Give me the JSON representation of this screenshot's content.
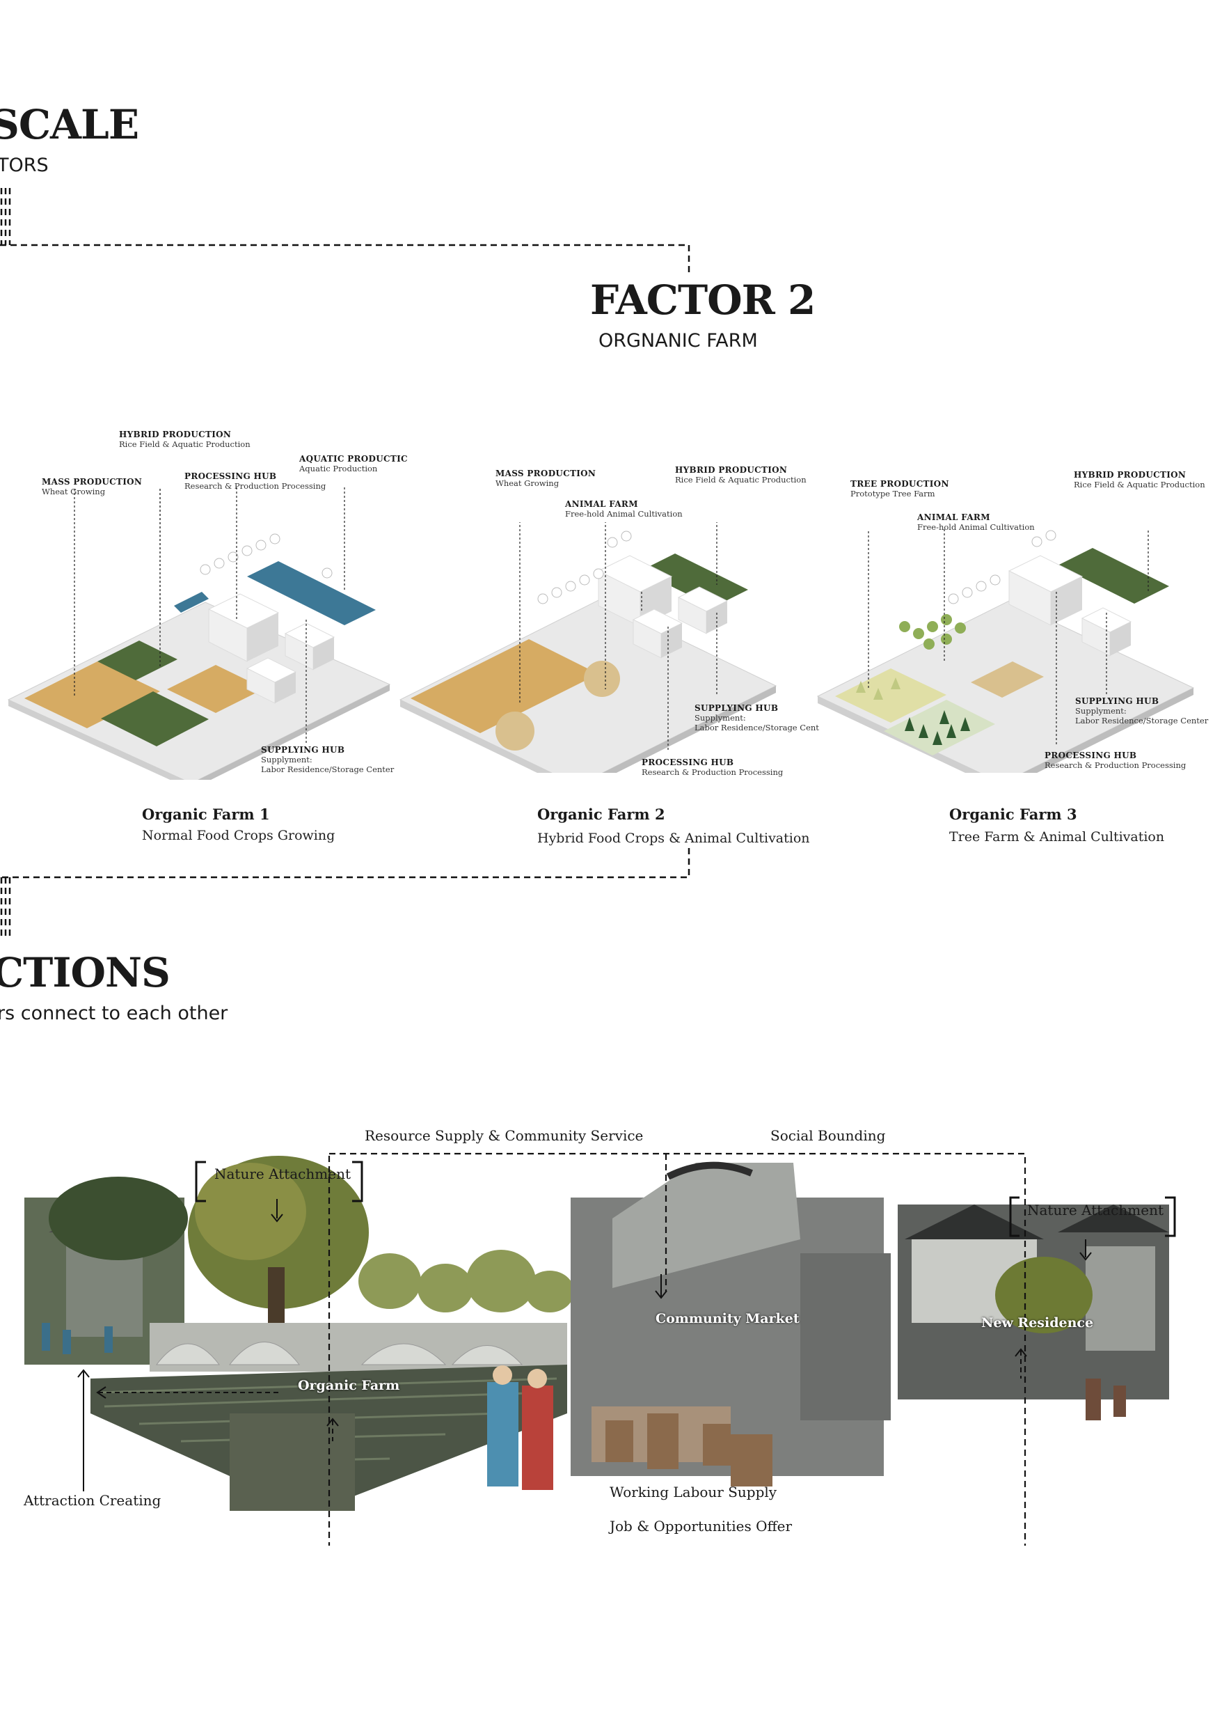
{
  "headers": {
    "top_title": "SCALE",
    "top_sub": "TORS",
    "factor_title": "FACTOR 2",
    "factor_sub": "ORGNANIC FARM",
    "conn_title": "CTIONS",
    "conn_sub": "rs connect to each other"
  },
  "farm1": {
    "title": "Organic Farm 1",
    "desc": "Normal Food Crops Growing",
    "labels": {
      "hybrid_h": "HYBRID PRODUCTION",
      "hybrid_s": "Rice Field & Aquatic Production",
      "aquatic_h": "AQUATIC PRODUCTIC",
      "aquatic_s": "Aquatic Production",
      "mass_h": "MASS PRODUCTION",
      "mass_s": "Wheat Growing",
      "proc_h": "PROCESSING HUB",
      "proc_s": "Research & Production Processing",
      "supply_h": "SUPPLYING HUB",
      "supply_s1": "Supplyment:",
      "supply_s2": "Labor Residence/Storage Center"
    }
  },
  "farm2": {
    "title": "Organic Farm 2",
    "desc": "Hybrid Food Crops & Animal Cultivation",
    "labels": {
      "mass_h": "MASS PRODUCTION",
      "mass_s": "Wheat Growing",
      "hybrid_h": "HYBRID PRODUCTION",
      "hybrid_s": "Rice Field & Aquatic Production",
      "animal_h": "ANIMAL FARM",
      "animal_s": "Free-hold Animal Cultivation",
      "supply_h": "SUPPLYING HUB",
      "supply_s1": "Supplyment:",
      "supply_s2": "Labor Residence/Storage Cent",
      "proc_h": "PROCESSING HUB",
      "proc_s": "Research & Production Processing"
    }
  },
  "farm3": {
    "title": "Organic Farm 3",
    "desc": "Tree Farm & Animal Cultivation",
    "labels": {
      "tree_h": "TREE PRODUCTION",
      "tree_s": "Prototype Tree Farm",
      "hybrid_h": "HYBRID PRODUCTION",
      "hybrid_s": "Rice Field & Aquatic Production",
      "animal_h": "ANIMAL FARM",
      "animal_s": "Free-hold Animal Cultivation",
      "supply_h": "SUPPLYING HUB",
      "supply_s1": "Supplyment:",
      "supply_s2": "Labor Residence/Storage Center",
      "proc_h": "PROCESSING HUB",
      "proc_s": "Research & Production Processing"
    }
  },
  "scene": {
    "resource": "Resource Supply & Community Service",
    "social": "Social Bounding",
    "nature1": "Nature Attachment",
    "nature2": "Nature Attachment",
    "organic_farm": "Organic Farm",
    "community_market": "Community Market",
    "new_residence": "New Residence",
    "attraction": "Attraction Creating",
    "labour": "Working Labour Supply",
    "job": "Job & Opportunities Offer"
  },
  "colors": {
    "wheat": "#d6ab63",
    "green_field": "#4f6b3a",
    "water": "#3d7896",
    "building": "#f4f4f4",
    "ground": "#e9e9e9"
  }
}
